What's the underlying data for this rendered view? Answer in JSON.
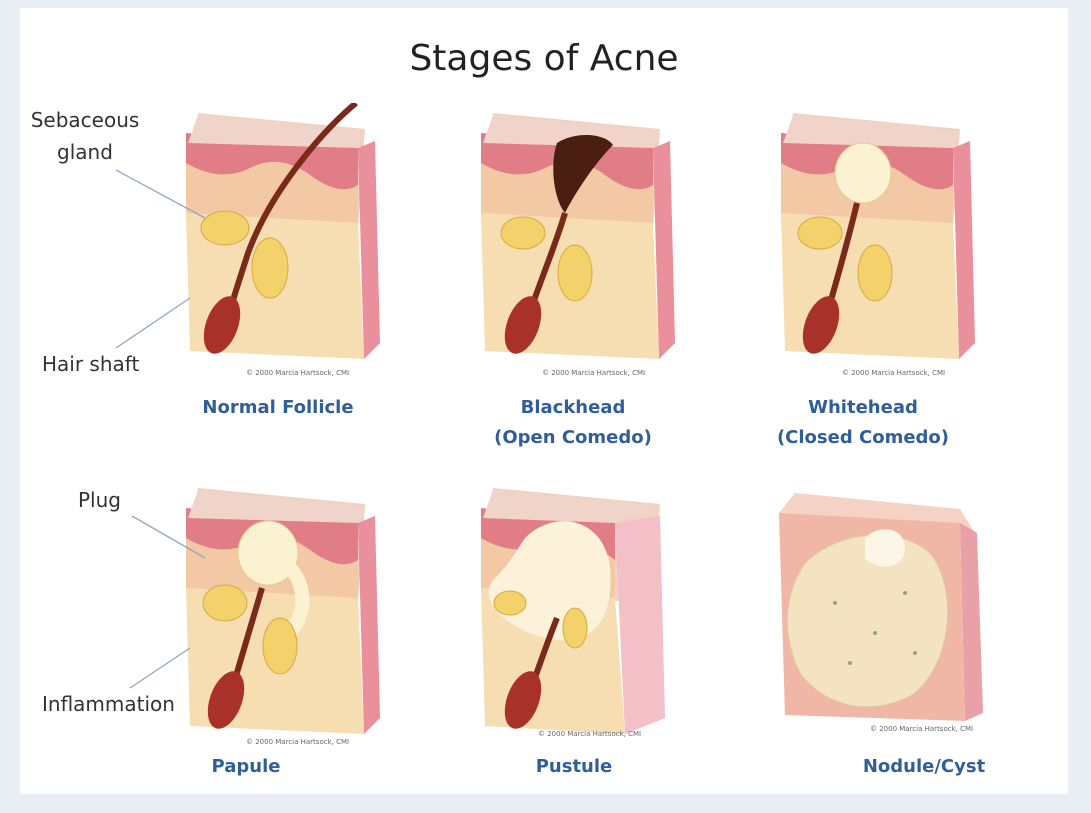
{
  "title": "Stages of Acne",
  "labels": {
    "sebaceous_line1": "Sebaceous",
    "sebaceous_line2": "gland",
    "hair_shaft": "Hair shaft",
    "plug": "Plug",
    "inflammation": "Inflammation"
  },
  "stages": [
    {
      "caption1": "Normal Follicle",
      "caption2": ""
    },
    {
      "caption1": "Blackhead",
      "caption2": "(Open Comedo)"
    },
    {
      "caption1": "Whitehead",
      "caption2": "(Closed Comedo)"
    },
    {
      "caption1": "Papule",
      "caption2": ""
    },
    {
      "caption1": "Pustule",
      "caption2": ""
    },
    {
      "caption1": "Nodule/Cyst",
      "caption2": ""
    }
  ],
  "copyright": "© 2000 Marcia Hartsock, CMI"
}
